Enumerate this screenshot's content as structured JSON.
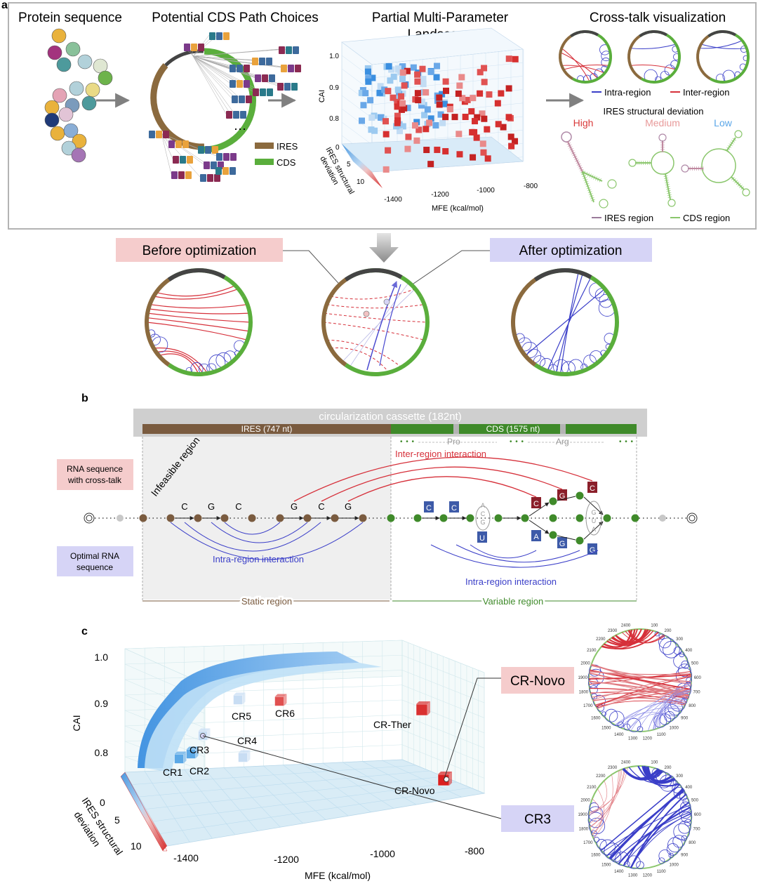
{
  "panel_a": {
    "letter": "a",
    "col1_title": "Protein sequence",
    "col2_title": "Potential CDS Path Choices",
    "col3_title_line1": "Partial Multi-Parameter",
    "col3_title_line2": "Landscape",
    "col4_title": "Cross-talk visualization",
    "legend_ires": "IRES",
    "legend_cds": "CDS",
    "ellipsis": "⋯",
    "landscape": {
      "y_label": "CAI",
      "y_ticks": [
        "1.0",
        "0.9",
        "0.8"
      ],
      "x_label": "MFE (kcal/mol)",
      "x_ticks": [
        "-1400",
        "-1200",
        "-1000",
        "-800"
      ],
      "z_label_line1": "IRES structural",
      "z_label_line2": "deviation",
      "z_ticks": [
        "0",
        "5",
        "10"
      ]
    },
    "crosstalk_legend": {
      "intra": "Intra-region",
      "inter": "Inter-region"
    },
    "deviation_title": "IRES structural deviation",
    "deviation_levels": [
      {
        "label": "High",
        "color": "#d93a3a"
      },
      {
        "label": "Medium",
        "color": "#e89a9a"
      },
      {
        "label": "Low",
        "color": "#5aa6e8"
      }
    ],
    "region_legend": {
      "ires": "IRES region",
      "cds": "CDS region"
    }
  },
  "optimization": {
    "before_label": "Before optimization",
    "after_label": "After optimization"
  },
  "panel_b": {
    "letter": "b",
    "cassette_label": "circularization cassette (182nt)",
    "ires_label": "IRES (747 nt)",
    "cds_label": "CDS (1575 nt)",
    "pro_label": "Pro",
    "arg_label": "Arg",
    "inter_region_label": "Inter-region interaction",
    "intra_region_left": "Intra-region interaction",
    "intra_region_right": "Intra-region interaction",
    "cross_talk_line1": "RNA sequence",
    "cross_talk_line2": "with cross-talk",
    "optimal_line1": "Optimal RNA",
    "optimal_line2": "sequence",
    "static_region": "Static region",
    "variable_region": "Variable region",
    "ires_nts": [
      "C",
      "G",
      "C",
      "G",
      "C",
      "G"
    ],
    "cds_boxes": [
      {
        "nt": "C",
        "color": "#3d5aa8"
      },
      {
        "nt": "C",
        "color": "#3d5aa8"
      },
      {
        "nt": "U",
        "color": "#3d5aa8"
      },
      {
        "nt": "C",
        "color": "#8b1f2a"
      },
      {
        "nt": "G",
        "color": "#8b1f2a"
      },
      {
        "nt": "C",
        "color": "#8b1f2a"
      },
      {
        "nt": "A",
        "color": "#3d5aa8"
      },
      {
        "nt": "G",
        "color": "#3d5aa8"
      },
      {
        "nt": "G",
        "color": "#3d5aa8"
      }
    ],
    "ghost_nts": [
      "A",
      "C",
      "G",
      "G",
      "U",
      "A"
    ]
  },
  "panel_c": {
    "letter": "c",
    "y_label": "CAI",
    "y_ticks": [
      "1.0",
      "0.9",
      "0.8"
    ],
    "x_label": "MFE (kcal/mol)",
    "x_ticks": [
      "-1400",
      "-1200",
      "-1000",
      "-800"
    ],
    "z_label_line1": "IRES structural",
    "z_label_line2": "deviation",
    "z_ticks": [
      "0",
      "5",
      "10"
    ],
    "infeasible_label": "Infeasible region",
    "points": [
      {
        "label": "CR1",
        "color": "#5ba8e6"
      },
      {
        "label": "CR2",
        "color": "#5ba8e6"
      },
      {
        "label": "CR3",
        "color": "#c8ddf3"
      },
      {
        "label": "CR4",
        "color": "#c8ddf3"
      },
      {
        "label": "CR5",
        "color": "#c8ddf3"
      },
      {
        "label": "CR6",
        "color": "#e05050"
      },
      {
        "label": "CR-Ther",
        "color": "#d93030"
      },
      {
        "label": "CR-Novo",
        "color": "#d92020"
      }
    ],
    "callout_novo": "CR-Novo",
    "callout_cr3": "CR3",
    "circ_ticks": [
      "100",
      "200",
      "300",
      "400",
      "500",
      "600",
      "700",
      "800",
      "900",
      "1000",
      "1100",
      "1200",
      "1300",
      "1400",
      "1500",
      "1600",
      "1700",
      "1800",
      "1900",
      "2000",
      "2100",
      "2200",
      "2300",
      "2400"
    ]
  },
  "colors": {
    "ires": "#8b6a3e",
    "cds": "#5aae3c",
    "intra": "#3a3ec8",
    "inter": "#d6303a",
    "before_bg": "#f5cccc",
    "after_bg": "#d6d4f6"
  }
}
